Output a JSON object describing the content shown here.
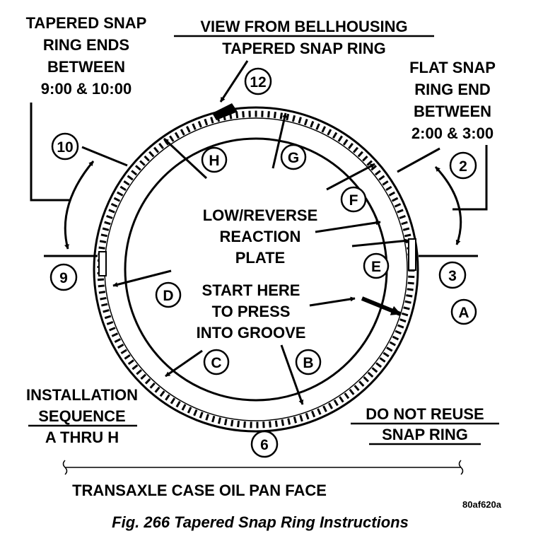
{
  "header": {
    "title_line1": "VIEW FROM BELLHOUSING",
    "title_line2": "TAPERED SNAP RING"
  },
  "notes": {
    "tapered_ends": [
      "TAPERED SNAP",
      "RING ENDS",
      "BETWEEN",
      "9:00 & 10:00"
    ],
    "flat_end": [
      "FLAT SNAP",
      "RING END",
      "BETWEEN",
      "2:00 & 3:00"
    ],
    "reaction_plate": [
      "LOW/REVERSE",
      "REACTION",
      "PLATE"
    ],
    "start_here": [
      "START HERE",
      "TO PRESS",
      "INTO GROOVE"
    ],
    "installation": [
      "INSTALLATION",
      "SEQUENCE",
      "A THRU H"
    ],
    "do_not_reuse": [
      "DO NOT REUSE",
      "SNAP RING"
    ],
    "oil_pan_face": "TRANSAXLE CASE OIL PAN FACE"
  },
  "clock_positions": {
    "twelve": "12",
    "two": "2",
    "three": "3",
    "six": "6",
    "nine": "9",
    "ten": "10"
  },
  "sequence_steps": {
    "a": "A",
    "b": "B",
    "c": "C",
    "d": "D",
    "e": "E",
    "f": "F",
    "g": "G",
    "h": "H"
  },
  "figure_code": "80af620a",
  "caption": "Fig. 266 Tapered Snap Ring Instructions"
}
